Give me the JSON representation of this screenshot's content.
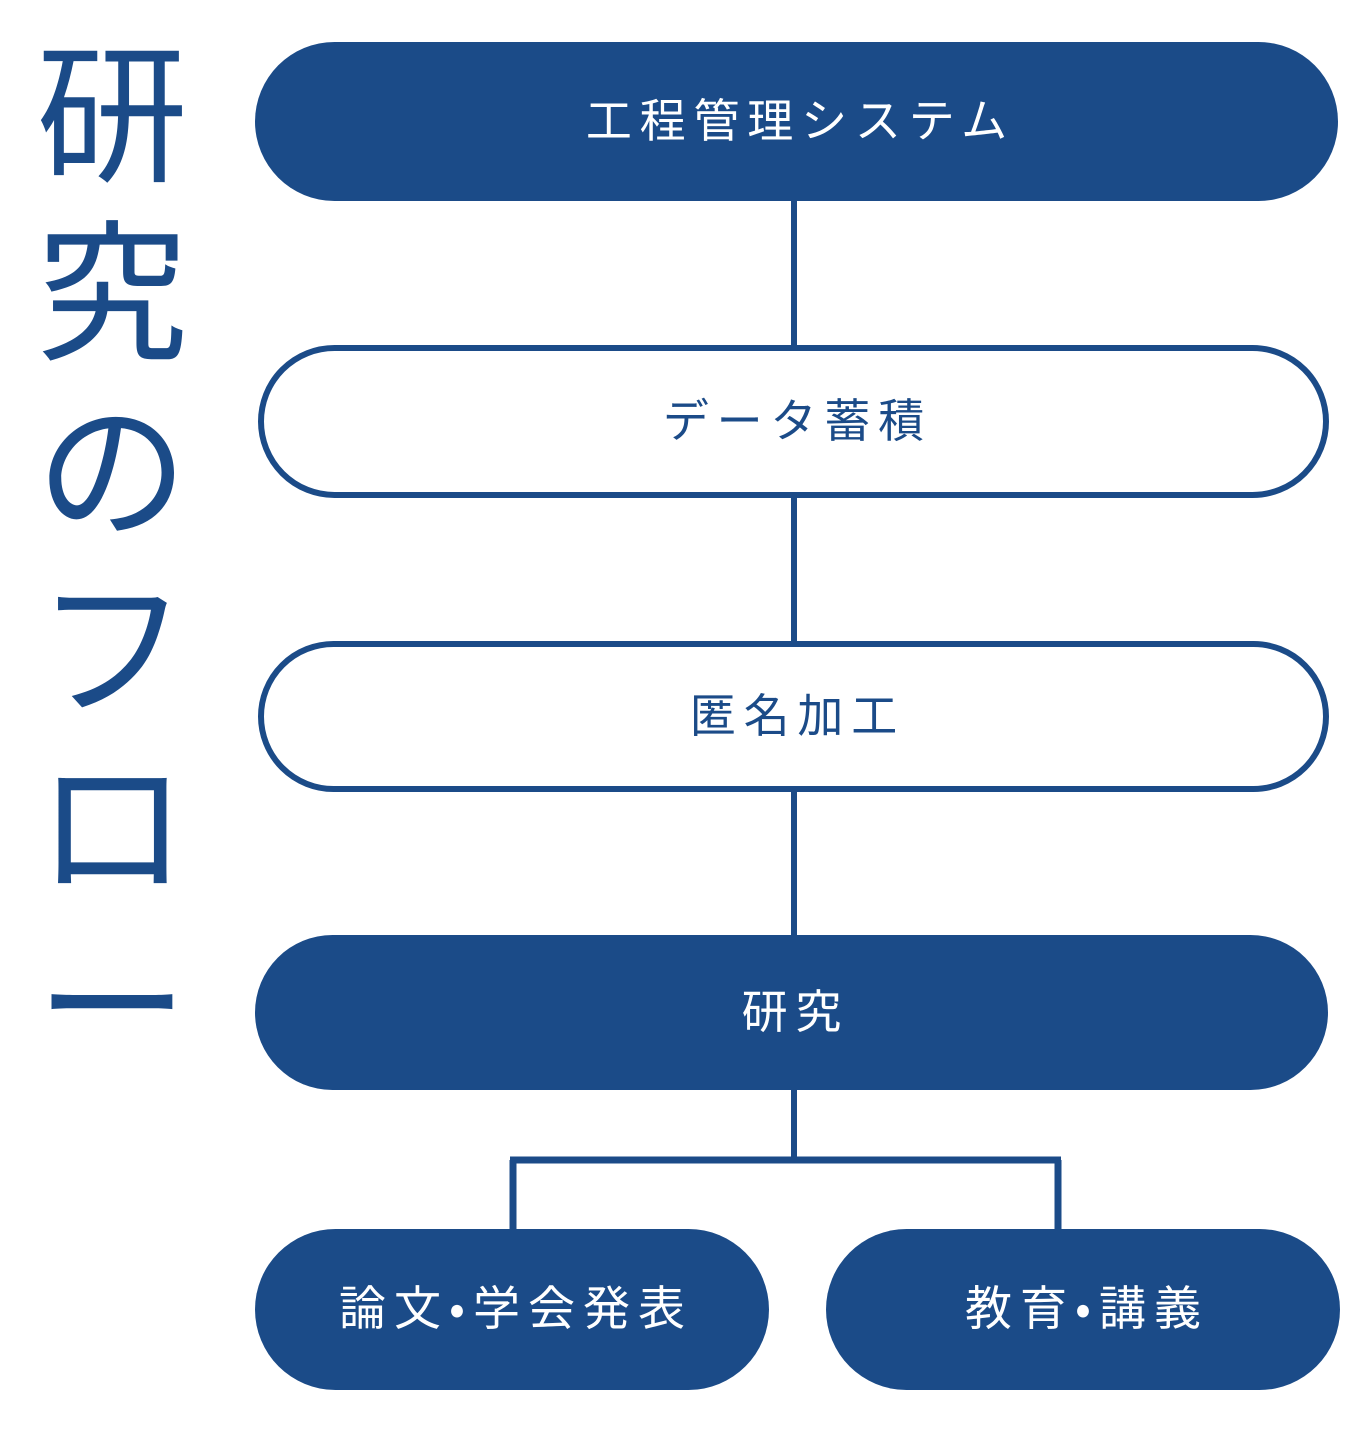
{
  "diagram": {
    "title_vertical": "研究のフロー",
    "title_chars": [
      "研",
      "究",
      "の",
      "フ",
      "ロ",
      "ー"
    ],
    "colors": {
      "brand_blue": "#1b4b88",
      "node_fill_dark": "#1b4b88",
      "node_fill_light": "#ffffff",
      "node_text_on_dark": "#ffffff",
      "node_text_on_light": "#1b4b88",
      "connector": "#1b4b88",
      "background": "#ffffff"
    },
    "nodes": [
      {
        "id": "system",
        "label": "工程管理システム",
        "style": "filled"
      },
      {
        "id": "data_store",
        "label": "データ蓄積",
        "style": "outlined"
      },
      {
        "id": "anonymize",
        "label": "匿名加工",
        "style": "outlined"
      },
      {
        "id": "research",
        "label": "研究",
        "style": "filled"
      },
      {
        "id": "papers",
        "label": "論文・学会発表",
        "style": "filled"
      },
      {
        "id": "education",
        "label": "教育・講義",
        "style": "filled"
      }
    ],
    "edges": [
      {
        "from": "system",
        "to": "data_store",
        "kind": "vertical"
      },
      {
        "from": "data_store",
        "to": "anonymize",
        "kind": "vertical"
      },
      {
        "from": "anonymize",
        "to": "research",
        "kind": "vertical"
      },
      {
        "from": "research",
        "to": "papers",
        "kind": "branch"
      },
      {
        "from": "research",
        "to": "education",
        "kind": "branch"
      }
    ]
  }
}
